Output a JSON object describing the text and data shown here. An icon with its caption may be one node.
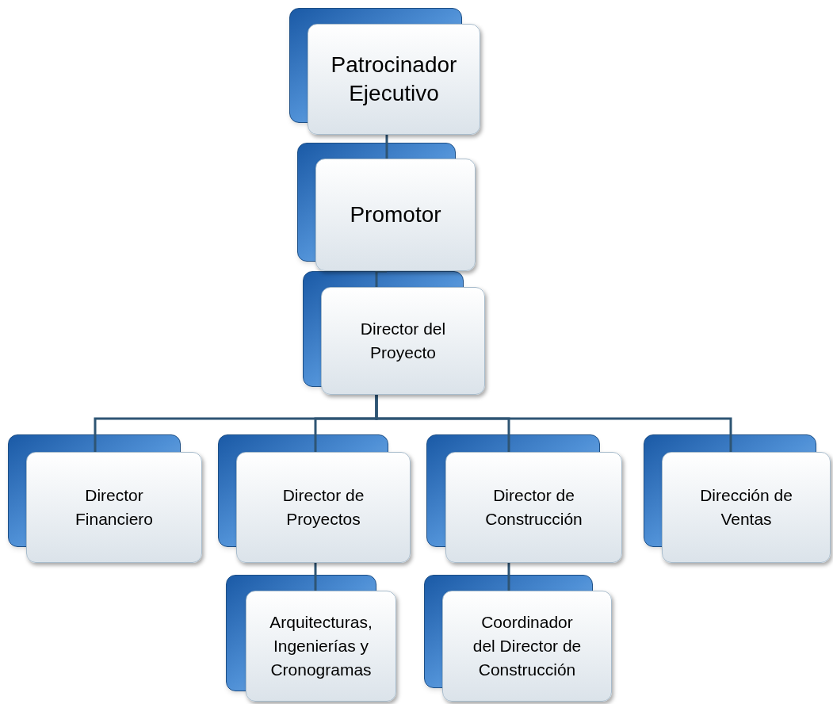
{
  "diagram": {
    "nodes": [
      {
        "text": [
          "Patrocinador Ejecutivo"
        ]
      },
      {
        "text": [
          "Promotor"
        ]
      },
      {
        "text": [
          "Director del Proyecto"
        ]
      },
      {
        "text": [
          "Director Financiero"
        ]
      },
      {
        "text": [
          "Director de Proyectos"
        ]
      },
      {
        "text": [
          "Director de Construcción"
        ]
      },
      {
        "text": [
          "Dirección de Ventas"
        ]
      },
      {
        "text": [
          "Arquitecturas, Ingenierías y Cronogramas"
        ]
      },
      {
        "text": [
          "Coordinador del Director de Construcción"
        ]
      }
    ],
    "edges": [
      {
        "from": 0,
        "to": 1,
        "arrow": "none"
      },
      {
        "from": 1,
        "to": 2,
        "arrow": "none"
      },
      {
        "from": 2,
        "to": 3,
        "arrow": "none"
      },
      {
        "from": 2,
        "to": 4,
        "arrow": "none"
      },
      {
        "from": 2,
        "to": 5,
        "arrow": "none"
      },
      {
        "from": 2,
        "to": 6,
        "arrow": "none"
      },
      {
        "from": 4,
        "to": 7,
        "arrow": "none"
      },
      {
        "from": 5,
        "to": 8,
        "arrow": "none"
      }
    ]
  }
}
